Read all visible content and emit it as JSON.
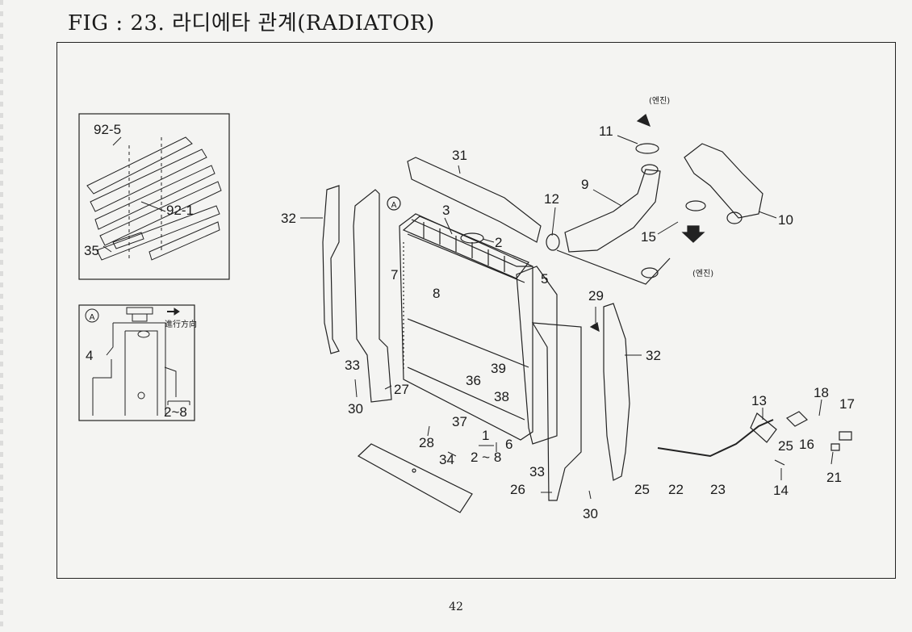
{
  "page": {
    "title": "FIG : 23. 라디에타 관계(RADIATOR)",
    "page_number": "42"
  },
  "inset_top": {
    "labels": {
      "p92_5": "92-5",
      "p92_1": "92-1",
      "p35": "35"
    }
  },
  "inset_detail": {
    "marker": "A",
    "labels": {
      "p4": "4",
      "p2_8": "2~8"
    },
    "direction_text": "進行方向"
  },
  "main": {
    "marker": "A",
    "engine_label_top": "(엔진)",
    "engine_label_bottom": "(엔진)",
    "part_labels": {
      "p31": "31",
      "p3": "3",
      "p2": "2",
      "p7": "7",
      "p8": "8",
      "p5": "5",
      "p12": "12",
      "p9": "9",
      "p11": "11",
      "p10": "10",
      "p15": "15",
      "p32a": "32",
      "p32b": "32",
      "p29": "29",
      "p33a": "33",
      "p33b": "33",
      "p30a": "30",
      "p30b": "30",
      "p27": "27",
      "p39": "39",
      "p36": "36",
      "p38": "38",
      "p37": "37",
      "p28": "28",
      "p6": "6",
      "p1": "1",
      "p2_8": "2 ~ 8",
      "p34": "34",
      "p26": "26",
      "p25a": "25",
      "p25b": "25",
      "p22": "22",
      "p23": "23",
      "p13": "13",
      "p18": "18",
      "p17": "17",
      "p16": "16",
      "p14": "14",
      "p21": "21"
    }
  }
}
